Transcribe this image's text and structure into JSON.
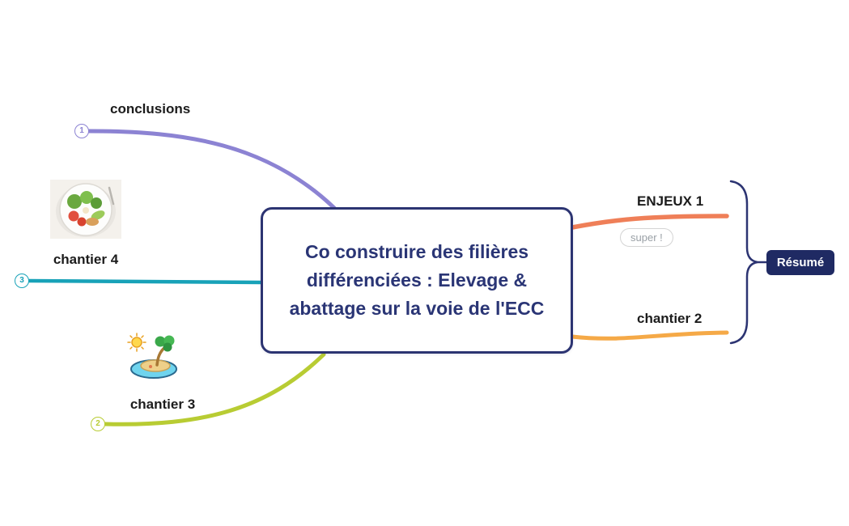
{
  "canvas": {
    "background": "#ffffff"
  },
  "central_topic": {
    "text": "Co construire des filières différenciées : Elevage & abattage sur la voie de l'ECC",
    "text_color": "#2a3575",
    "border_color": "#2c3472"
  },
  "branches": {
    "conclusions": {
      "label": "conclusions",
      "badge": "1",
      "color": "#8c83d3"
    },
    "chantier4": {
      "label": "chantier 4",
      "badge": "3",
      "color": "#18a2b8",
      "image": "salad-bowl-photo"
    },
    "chantier3": {
      "label": "chantier 3",
      "badge": "2",
      "color": "#b8cc33",
      "image": "tropical-island-sticker"
    },
    "enjeux1": {
      "label": "ENJEUX 1",
      "color": "#ef7f58",
      "note": "super !"
    },
    "chantier2": {
      "label": "chantier 2",
      "color": "#f5a947"
    }
  },
  "summary": {
    "label": "Résumé",
    "background": "#1f2a63",
    "text_color": "#ffffff",
    "brace_color": "#2c3472"
  }
}
